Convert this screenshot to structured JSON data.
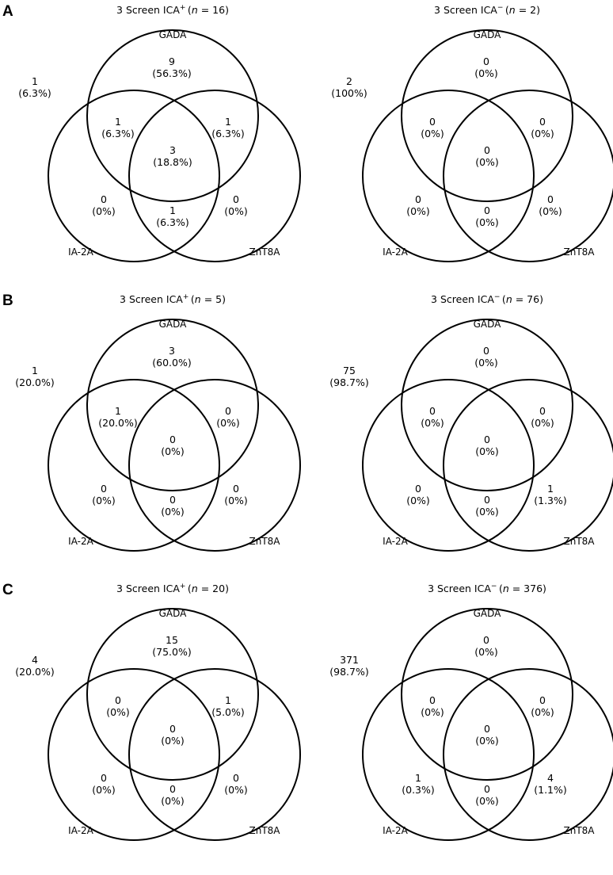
{
  "figure": {
    "panels": [
      {
        "label": "A",
        "diagrams": [
          {
            "title_prefix": "3 Screen ICA",
            "title_sign": "+",
            "title_n": "16",
            "sets": {
              "top": "GADA",
              "left": "IA-2A",
              "right": "ZnT8A"
            },
            "regions": {
              "outside": {
                "count": "1",
                "pct": "(6.3%)"
              },
              "gada_only": {
                "count": "9",
                "pct": "(56.3%)"
              },
              "gada_ia2a": {
                "count": "1",
                "pct": "(6.3%)"
              },
              "gada_znt8a": {
                "count": "1",
                "pct": "(6.3%)"
              },
              "all_three": {
                "count": "3",
                "pct": "(18.8%)"
              },
              "ia2a_only": {
                "count": "0",
                "pct": "(0%)"
              },
              "znt8a_only": {
                "count": "0",
                "pct": "(0%)"
              },
              "ia2a_znt8a": {
                "count": "1",
                "pct": "(6.3%)"
              }
            }
          },
          {
            "title_prefix": "3 Screen ICA",
            "title_sign": "−",
            "title_n": "2",
            "sets": {
              "top": "GADA",
              "left": "IA-2A",
              "right": "ZnT8A"
            },
            "regions": {
              "outside": {
                "count": "2",
                "pct": "(100%)"
              },
              "gada_only": {
                "count": "0",
                "pct": "(0%)"
              },
              "gada_ia2a": {
                "count": "0",
                "pct": "(0%)"
              },
              "gada_znt8a": {
                "count": "0",
                "pct": "(0%)"
              },
              "all_three": {
                "count": "0",
                "pct": "(0%)"
              },
              "ia2a_only": {
                "count": "0",
                "pct": "(0%)"
              },
              "znt8a_only": {
                "count": "0",
                "pct": "(0%)"
              },
              "ia2a_znt8a": {
                "count": "0",
                "pct": "(0%)"
              }
            }
          }
        ]
      },
      {
        "label": "B",
        "diagrams": [
          {
            "title_prefix": "3 Screen ICA",
            "title_sign": "+",
            "title_n": "5",
            "sets": {
              "top": "GADA",
              "left": "IA-2A",
              "right": "ZnT8A"
            },
            "regions": {
              "outside": {
                "count": "1",
                "pct": "(20.0%)"
              },
              "gada_only": {
                "count": "3",
                "pct": "(60.0%)"
              },
              "gada_ia2a": {
                "count": "1",
                "pct": "(20.0%)"
              },
              "gada_znt8a": {
                "count": "0",
                "pct": "(0%)"
              },
              "all_three": {
                "count": "0",
                "pct": "(0%)"
              },
              "ia2a_only": {
                "count": "0",
                "pct": "(0%)"
              },
              "znt8a_only": {
                "count": "0",
                "pct": "(0%)"
              },
              "ia2a_znt8a": {
                "count": "0",
                "pct": "(0%)"
              }
            }
          },
          {
            "title_prefix": "3 Screen ICA",
            "title_sign": "−",
            "title_n": "76",
            "sets": {
              "top": "GADA",
              "left": "IA-2A",
              "right": "ZnT8A"
            },
            "regions": {
              "outside": {
                "count": "75",
                "pct": "(98.7%)"
              },
              "gada_only": {
                "count": "0",
                "pct": "(0%)"
              },
              "gada_ia2a": {
                "count": "0",
                "pct": "(0%)"
              },
              "gada_znt8a": {
                "count": "0",
                "pct": "(0%)"
              },
              "all_three": {
                "count": "0",
                "pct": "(0%)"
              },
              "ia2a_only": {
                "count": "0",
                "pct": "(0%)"
              },
              "znt8a_only": {
                "count": "1",
                "pct": "(1.3%)"
              },
              "ia2a_znt8a": {
                "count": "0",
                "pct": "(0%)"
              }
            }
          }
        ]
      },
      {
        "label": "C",
        "diagrams": [
          {
            "title_prefix": "3 Screen ICA",
            "title_sign": "+",
            "title_n": "20",
            "sets": {
              "top": "GADA",
              "left": "IA-2A",
              "right": "ZnT8A"
            },
            "regions": {
              "outside": {
                "count": "4",
                "pct": "(20.0%)"
              },
              "gada_only": {
                "count": "15",
                "pct": "(75.0%)"
              },
              "gada_ia2a": {
                "count": "0",
                "pct": "(0%)"
              },
              "gada_znt8a": {
                "count": "1",
                "pct": "(5.0%)"
              },
              "all_three": {
                "count": "0",
                "pct": "(0%)"
              },
              "ia2a_only": {
                "count": "0",
                "pct": "(0%)"
              },
              "znt8a_only": {
                "count": "0",
                "pct": "(0%)"
              },
              "ia2a_znt8a": {
                "count": "0",
                "pct": "(0%)"
              }
            }
          },
          {
            "title_prefix": "3 Screen ICA",
            "title_sign": "−",
            "title_n": "376",
            "sets": {
              "top": "GADA",
              "left": "IA-2A",
              "right": "ZnT8A"
            },
            "regions": {
              "outside": {
                "count": "371",
                "pct": "(98.7%)"
              },
              "gada_only": {
                "count": "0",
                "pct": "(0%)"
              },
              "gada_ia2a": {
                "count": "0",
                "pct": "(0%)"
              },
              "gada_znt8a": {
                "count": "0",
                "pct": "(0%)"
              },
              "all_three": {
                "count": "0",
                "pct": "(0%)"
              },
              "ia2a_only": {
                "count": "1",
                "pct": "(0.3%)"
              },
              "znt8a_only": {
                "count": "4",
                "pct": "(1.1%)"
              },
              "ia2a_znt8a": {
                "count": "0",
                "pct": "(0%)"
              }
            }
          }
        ]
      }
    ]
  }
}
